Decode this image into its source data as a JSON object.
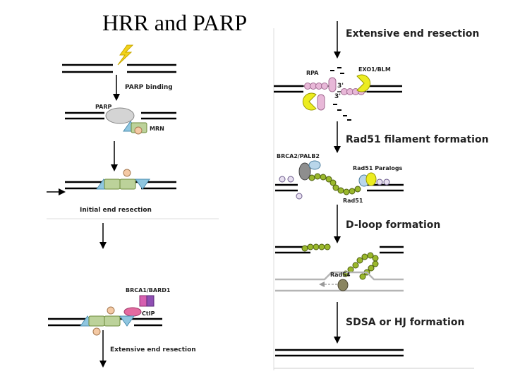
{
  "title": "HRR and PARP",
  "left_panel": {
    "step_parp_binding": "PARP binding",
    "label_parp": "PARP",
    "label_mrn": "MRN",
    "step_initial_resection": "Initial end resection",
    "label_brca1_bard1": "BRCA1/BARD1",
    "label_ctip": "CtIP",
    "step_extensive_resection": "Extensive end resection"
  },
  "right_panel": {
    "step_extensive_resection": "Extensive end resection",
    "label_rpa": "RPA",
    "label_exo1_blm": "EXO1/BLM",
    "label_3prime_top": "3'",
    "label_3prime_bottom": "3'",
    "step_rad51_filament": "Rad51 filament formation",
    "label_brca2_palb2": "BRCA2/PALB2",
    "label_rad51_paralogs": "Rad51 Paralogs",
    "label_rad51": "Rad51",
    "step_dloop": "D-loop formation",
    "label_rad54": "Rad54",
    "step_sdsa_hj": "SDSA or HJ formation"
  },
  "colors": {
    "lightning": "#f2d21b",
    "parp": "#d4d4d4",
    "mrn_triangle": "#8fc6e0",
    "mrn_block": "#bcd29a",
    "mrn_knob": "#f4c9a4",
    "rpa": "#e8b8d8",
    "exo1_blm": "#ecec20",
    "rad51_bead": "#9ab82c",
    "brca2": "#8e8e8e",
    "palb2": "#b9d6ea",
    "ctip": "#e36aa0",
    "brca1": "#d65fb0",
    "bard1": "#8f4fb3",
    "dna_gray": "#b5b5b5"
  }
}
